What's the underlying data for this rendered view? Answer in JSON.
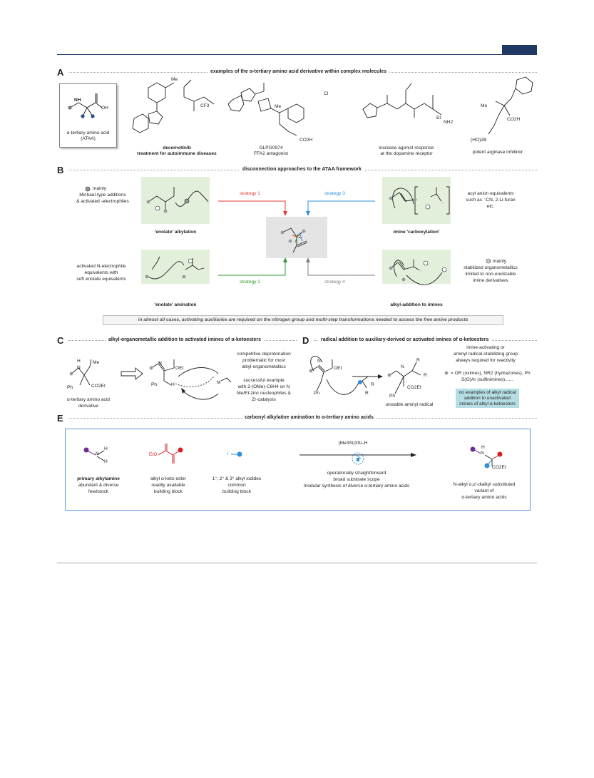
{
  "panels": {
    "A": {
      "label": "A",
      "header": "examples of the α-tertiary amino acid derivative within complex molecules",
      "ataa_line1": "α-tertiary amino acid",
      "ataa_line2": "(ATAA)",
      "mol_oh": "OH",
      "mol_nh": "NH",
      "decernotinib_name": "decernotinib",
      "decernotinib_use": "treatment for autoimmune diseases",
      "decernotinib_me": "Me",
      "decernotinib_cf3": "CF3",
      "glpg_name": "GLPG0974",
      "glpg_use": "FFA2 antagonist",
      "glpg_me": "Me",
      "glpg_cl": "Cl",
      "glpg_co2h": "CO2H",
      "dopamine_line1": "increase agonist response",
      "dopamine_line2": "at the dopamine receptor",
      "dopamine_nh2": "NH2",
      "dopamine_et": "Et",
      "arginase_name": "potent arginase inhibitor",
      "arginase_me": "Me",
      "arginase_co2h": "CO2H",
      "arginase_boron": "(HO)2B"
    },
    "B": {
      "label": "B",
      "header": "disconnection approaches to the ATAA framework",
      "left_top_line1": "mainly",
      "left_top_line2": "Michael-type additions",
      "left_top_line3": "& activated  -electrophiles",
      "enolate_alkylation": "'enolate' alkylation",
      "strategy1": "strategy 1",
      "strategy2": "strategy 2",
      "strategy3": "strategy 3",
      "strategy4": "strategy 4",
      "imine_carboxylation": "imine 'carboxylation'",
      "right_top_line1": "acyl anion equivalents",
      "right_top_line2": "such as ⁻CN, 2-Li-furan",
      "right_top_line3": "etc.",
      "left_bot_line1": "activated N-electrophile",
      "left_bot_line2": "equivalents with",
      "left_bot_line3": "soft enolate equivalents",
      "enolate_amination": "'enolate' amination",
      "alkyl_addition": "alkyl-addition to imines",
      "right_bot_line1": "mainly",
      "right_bot_line2": "stabilized organometallics",
      "right_bot_line3": "limited to non-enolizable",
      "right_bot_line4": "imine derivatives",
      "banner": "in almost all cases, activating auxiliaries are required on the nitrogen group and multi-step transformations needed to access the free amine products"
    },
    "C": {
      "label": "C",
      "header": "alkyl-organometallic addition to activated imines of α-ketoesters",
      "product_line1": "α-tertiary amino acid",
      "product_line2": "derivative",
      "note1_line1": "competitive deprotonation",
      "note1_line2": "problematic for most",
      "note1_line3": "alkyl-organometallics",
      "note2_line1": "successful example",
      "note2_line2": "with 2-(OMe)-C6H4 on N",
      "note2_line3": "Me/Et-zinc nucleophiles &",
      "note2_line4": "Zr-catalysis",
      "lbl_h": "H",
      "lbl_n": "N",
      "lbl_me": "Me",
      "lbl_ph": "Ph",
      "lbl_co2et": "CO2Et",
      "lbl_oet": "OEt",
      "lbl_m": "M"
    },
    "D": {
      "label": "D",
      "header": "radical addition to auxiliary-derived or activated imines of α-ketoesters",
      "unstable": "unstable aminyl radical",
      "note_line1": "imine-activating or",
      "note_line2": "aminyl radical-stabilizing group",
      "note_line3": "always required for reactivity",
      "note_line4": "= OR (oximes), NR2 (hydrazones), Ph",
      "note_line5": "S(O)Ar (sulfinimines)......",
      "teal_line1": "no examples of alkyl radical",
      "teal_line2": "addition to unactivated",
      "teal_line3": "imines of alkyl α-ketoesters",
      "lbl_r": "R",
      "lbl_ph": "Ph",
      "lbl_oet": "OEt",
      "lbl_co2et": "CO2Et"
    },
    "E": {
      "label": "E",
      "header": "carbonyl alkylative amination to α-tertiary amino acids",
      "amine_line1": "primary alkylamine",
      "amine_line2": "abundant & diverse",
      "amine_line3": "feedstock",
      "ester_line1": "alkyl α-keto ester",
      "ester_line2": "readily available",
      "ester_line3": "building block",
      "iodide_line1": "1°, 2° & 3° alkyl iodides",
      "iodide_line2": "common",
      "iodide_line3": "building block",
      "reagent": "(Me3Si)3Si–H",
      "cond_line1": "operationally straightforward",
      "cond_line2": "broad substrate scope",
      "cond_line3": "modular synthesis of diverse α-tertiary amino acids",
      "product_line1": "N-alkyl α,α'-dialkyl substituted",
      "product_line2": "variant of",
      "product_line3": "α-tertiary amino acids",
      "lbl_h": "H",
      "lbl_n": "N",
      "lbl_eto": "EtO",
      "lbl_i": "I",
      "lbl_co2et": "CO2Et"
    }
  },
  "colors": {
    "header_navy": "#1f3864",
    "strategy1": "#e03c31",
    "strategy2": "#2e9a2e",
    "strategy3": "#2e8fd8",
    "strategy4": "#7f7f7f",
    "panel_green": "#e2efdb",
    "teal_box": "#b4dde4",
    "panel_e_border": "#5b9bd5",
    "amine_purple": "#6a2c91",
    "ester_red": "#d61f26",
    "iodide_blue": "#2f8fd8"
  }
}
